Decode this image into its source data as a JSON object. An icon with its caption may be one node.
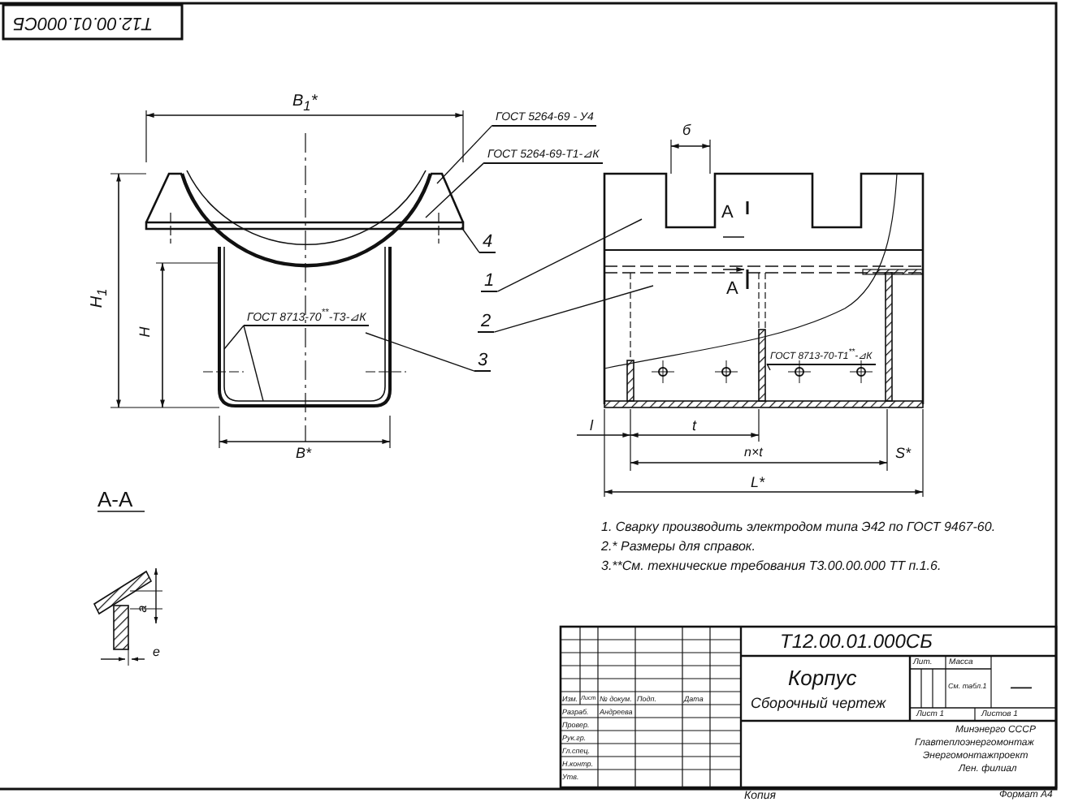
{
  "diagram": {
    "nodes": [
      {
        "text": [
          "ГОСТ 5264-69 - У4"
        ]
      },
      {
        "text": [
          "ГОСТ 5264-69-Т1-⊿К"
        ]
      },
      {
        "text": [
          "4"
        ]
      },
      {
        "text": [
          "1"
        ]
      },
      {
        "text": [
          "2"
        ]
      },
      {
        "text": [
          "ГОСТ 8713-70$^{**}$-Т3-⊿К"
        ],
        "in": 8
      },
      {
        "text": [
          "3"
        ]
      },
      {
        "text": [
          "ГОСТ 8713-70-Т1$^{**}$-⊿К"
        ],
        "in": 9
      },
      {
        "text": [],
        "shape": "picture"
      },
      {
        "text": [],
        "shape": "picture"
      }
    ],
    "edges": [
      {
        "from": 0,
        "to": 8,
        "arrow": "none"
      },
      {
        "from": 1,
        "to": 8,
        "arrow": "none"
      },
      {
        "from": 2,
        "to": 8,
        "arrow": "none"
      },
      {
        "from": 3,
        "to": 9,
        "arrow": "none"
      },
      {
        "from": 4,
        "to": 9,
        "arrow": "none"
      },
      {
        "from": 5,
        "to": 8,
        "arrow": "none"
      },
      {
        "from": 5,
        "to": 8,
        "arrow": "none"
      },
      {
        "from": 6,
        "to": 8,
        "arrow": "none"
      },
      {
        "from": 7,
        "to": 9,
        "arrow": "none"
      }
    ],
    "labels": [
      "Т12.00.01.000СБ",
      "В$_{1}$*",
      "б",
      "Н$_{1}$",
      "Н",
      "А",
      "А",
      "В*",
      "l",
      "t",
      "n×t",
      "S*",
      "L*",
      "А-А",
      "a",
      "e",
      "1. Сварку производить электродом типа Э42 по ГОСТ 9467-60.",
      "2.* Размеры для справок.",
      "3.**См. технические требования Т3.00.00.000 ТТ п.1.6.",
      "Т12.00.01.000СБ",
      "Изм.",
      "Лист",
      "№ докум.",
      "Подп.",
      "Дата",
      "Корпус",
      "Лит.",
      "Масса",
      "См. табл.1",
      "—",
      "Разраб.",
      "Андреева",
      "Провер.",
      "Сборочный чертеж",
      "Лист 1",
      "Листов 1",
      "Рук.гр.",
      "Минэнерго СССР",
      "Гл.спец.",
      "Главтеплоэнергомонтаж",
      "Н.контр.",
      "Энергомонтажпроект",
      "Утв.",
      "Лен. филиал",
      "Копия",
      "Формат А4"
    ]
  }
}
